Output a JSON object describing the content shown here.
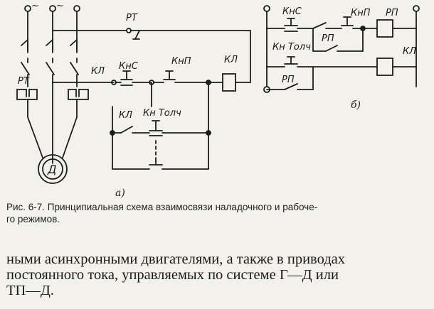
{
  "diagram": {
    "power_symbol": "~",
    "labels": {
      "rt": "РТ",
      "kns": "КнС",
      "knp": "КнП",
      "kl": "КЛ",
      "kn_tolch": "Кн Толч",
      "motor": "Д",
      "rp": "РП"
    },
    "sub_a": "а)",
    "sub_b": "б)"
  },
  "caption": {
    "line1": "Рис. 6-7. Принципиальная схема взаимосвязи наладочного и рабоче-",
    "line2": "го режимов."
  },
  "body": {
    "line1": "ными асинхронными двигателями, а также в приводах",
    "line2": "постоянного тока, управляемых по системе Г—Д или",
    "line3": "ТП—Д."
  }
}
